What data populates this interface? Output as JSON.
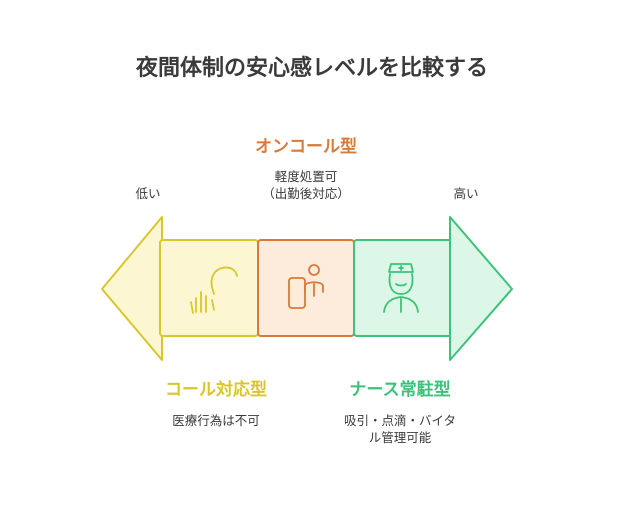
{
  "title": "夜間体制の安心感レベルを比較する",
  "scale": {
    "low": "低い",
    "high": "高い"
  },
  "types": [
    {
      "name": "コール対応型",
      "description_lines": [
        "医療行為は不可"
      ],
      "icon": "silence-gesture-icon",
      "color": "#d8c72a",
      "fill": "#fcf7d2"
    },
    {
      "name": "オンコール型",
      "description_lines": [
        "軽度処置可",
        "（出勤後対応）"
      ],
      "icon": "phone-person-icon",
      "color": "#d97a36",
      "fill": "#fdebdc"
    },
    {
      "name": "ナース常駐型",
      "description_lines": [
        "吸引・点滴・バイタ",
        "ル管理可能"
      ],
      "icon": "nurse-icon",
      "color": "#3cc27a",
      "fill": "#dcf7e7"
    }
  ]
}
